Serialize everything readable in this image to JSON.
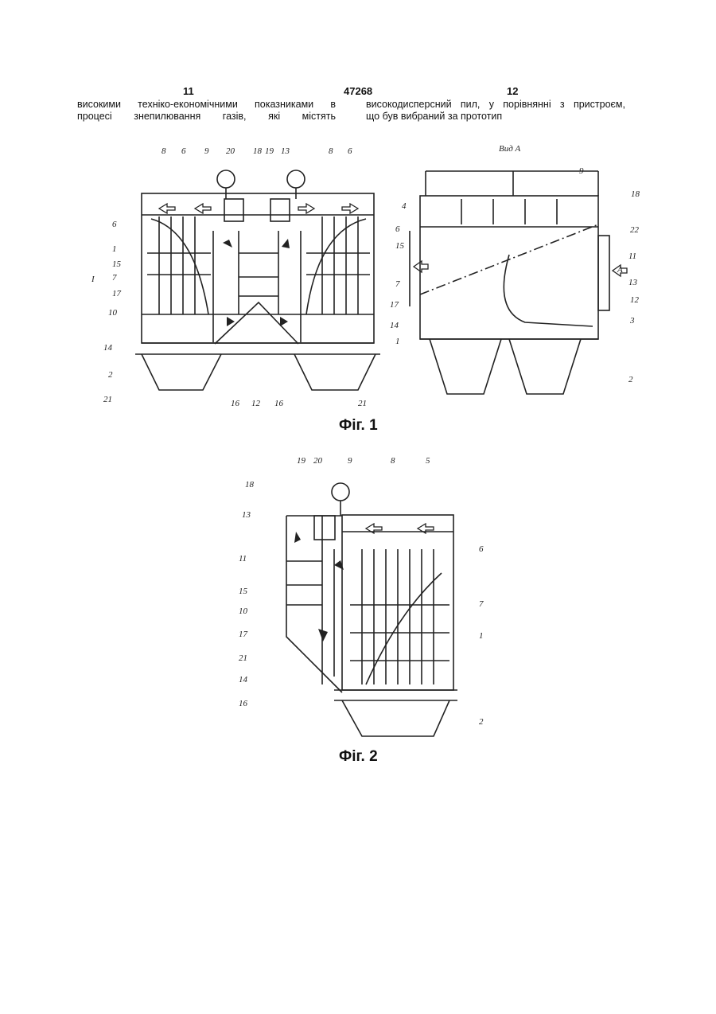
{
  "header": {
    "page_left": "11",
    "patent_number": "47268",
    "page_right": "12"
  },
  "text": {
    "left_col": [
      "високими техніко-економічними показниками в",
      "процесі знепилювання газів, які містять"
    ],
    "right_col": [
      "високодисперсний пил, у порівнянні з пристроєм,",
      "що був вибраний за прототип"
    ]
  },
  "figures": {
    "fig1_caption": "Фіг. 1",
    "fig2_caption": "Фіг. 2",
    "fig1_view_label": "Вид А",
    "fig1_labels": [
      "8",
      "6",
      "9",
      "20",
      "18",
      "19",
      "13",
      "8",
      "6",
      "6",
      "1",
      "15",
      "7",
      "17",
      "10",
      "14",
      "2",
      "21",
      "16",
      "12",
      "16",
      "21",
      "6",
      "15",
      "7",
      "17",
      "14",
      "1",
      "I"
    ],
    "fig1_side_labels": [
      "4",
      "18",
      "22",
      "11",
      "13",
      "12",
      "3",
      "2",
      "A"
    ],
    "fig2_labels": [
      "19",
      "20",
      "9",
      "8",
      "5",
      "18",
      "13",
      "11",
      "15",
      "10",
      "17",
      "21",
      "14",
      "16",
      "6",
      "7",
      "1",
      "2"
    ]
  }
}
